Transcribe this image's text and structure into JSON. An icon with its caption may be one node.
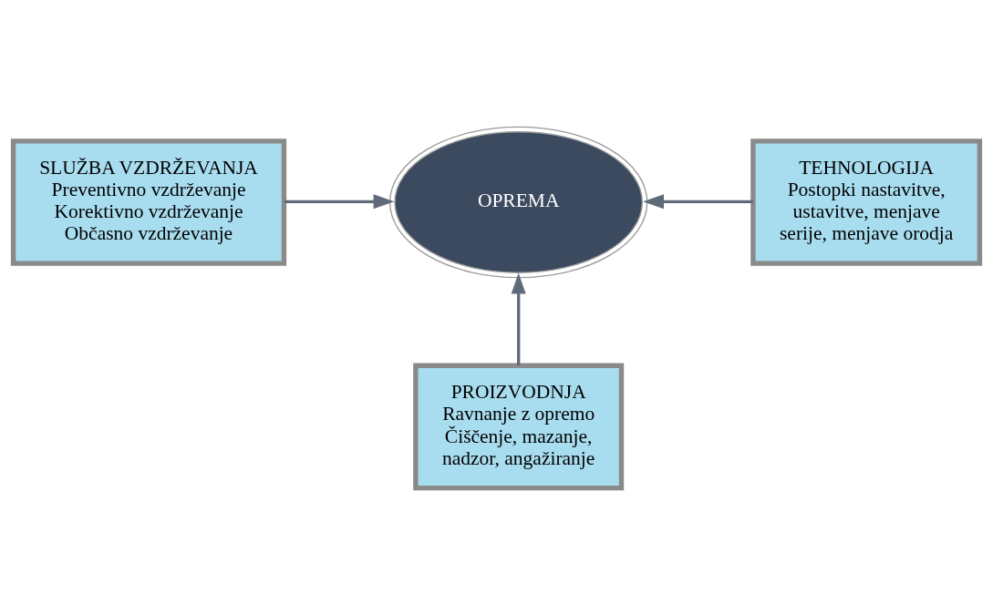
{
  "diagram": {
    "nodes": [
      {
        "text": [
          "SLUŽBA VZDRŽEVANJA",
          "Preventivno vzdrževanje",
          "Korektivno vzdrževanje",
          "Občasno vzdrževanje"
        ]
      },
      {
        "text": [
          "TEHNOLOGIJA",
          "Postopki nastavitve, ustavitve, menjave serije, menjave orodja"
        ]
      },
      {
        "text": [
          "OPREMA"
        ]
      },
      {
        "text": [
          "PROIZVODNJA",
          "Ravnanje z opremo",
          "Čiščenje, mazanje, nadzor, angažiranje"
        ]
      }
    ],
    "edges": [
      {
        "from": 0,
        "to": 2,
        "arrow": "to"
      },
      {
        "from": 1,
        "to": 2,
        "arrow": "to"
      },
      {
        "from": 3,
        "to": 2,
        "arrow": "to"
      }
    ]
  }
}
